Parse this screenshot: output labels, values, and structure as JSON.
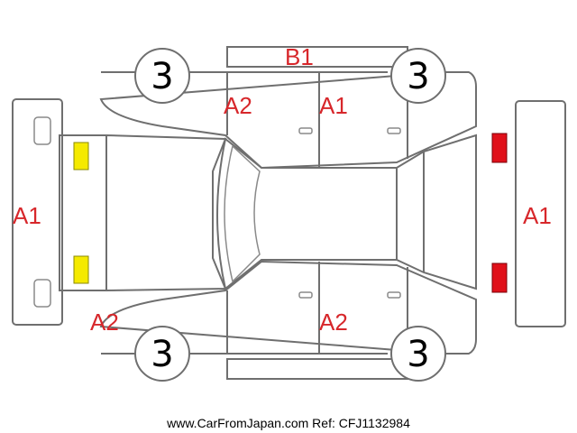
{
  "diagram": {
    "damage_codes": {
      "front_bumper": "A1",
      "rear_bumper": "A1",
      "roof_top": "B1",
      "left_front_door": "A2",
      "left_rear_door": "A1",
      "right_front_fender": "A2",
      "right_rear_door": "A2"
    },
    "tire_marks": {
      "top_left": "3",
      "top_right": "3",
      "bottom_left": "3",
      "bottom_right": "3"
    },
    "colors": {
      "damage_text": "#d7272b",
      "front_lights": "#f5ea00",
      "rear_lights": "#e0101a",
      "outline": "#6f6f6f"
    }
  },
  "footer": {
    "text": "www.CarFromJapan.com Ref: CFJ1132984"
  }
}
